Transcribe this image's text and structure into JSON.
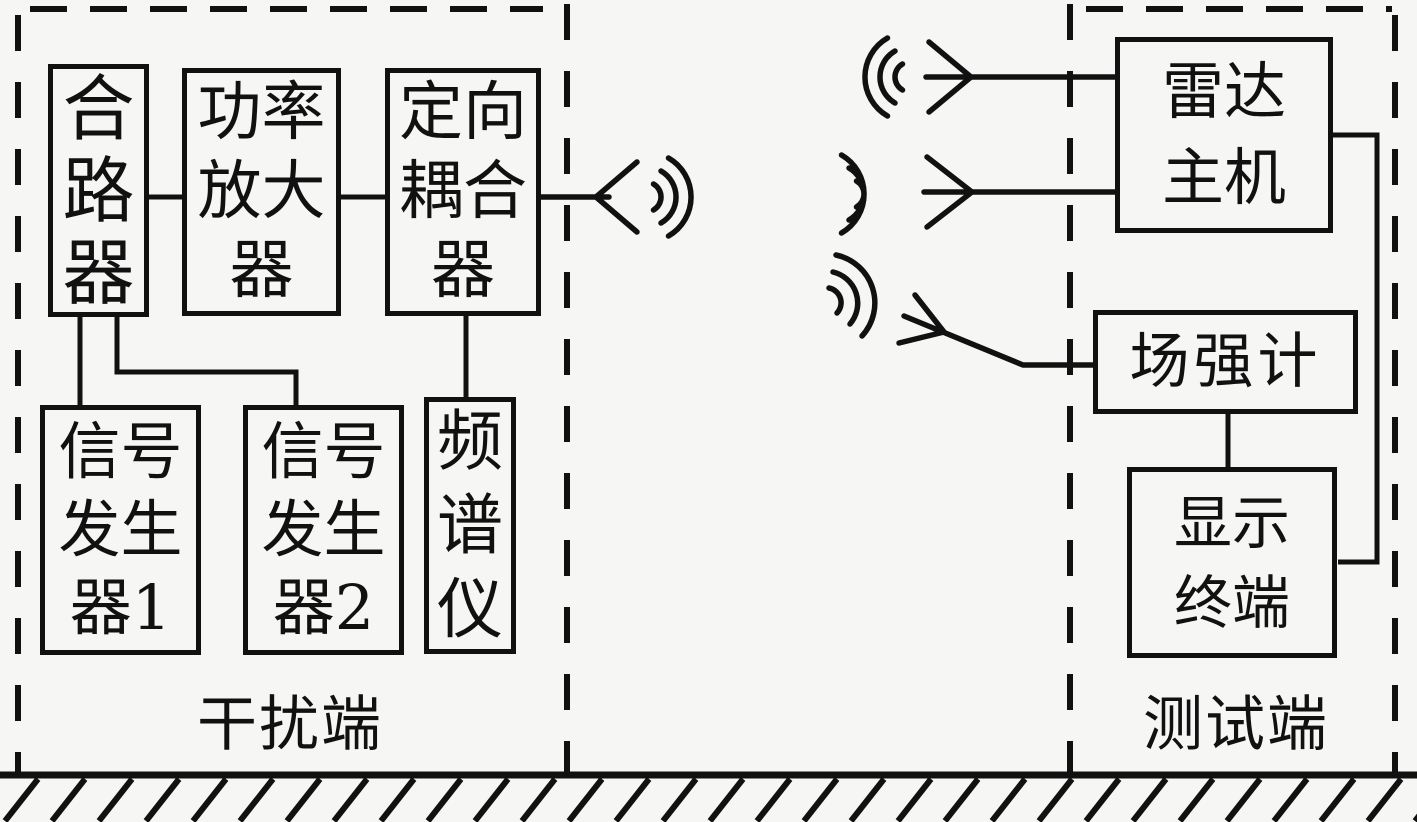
{
  "colors": {
    "background": "#f6f6f4",
    "ink": "#111111"
  },
  "sections": {
    "interference": {
      "label": "干扰端"
    },
    "test": {
      "label": "测试端"
    }
  },
  "blocks": {
    "combiner": {
      "label": "合路器",
      "chars": [
        "合",
        "路",
        "器"
      ]
    },
    "power_amplifier": {
      "label": "功率放大器",
      "lines": [
        "功率",
        "放大",
        "器"
      ]
    },
    "directional_coupler": {
      "label": "定向耦合器",
      "lines": [
        "定向",
        "耦合",
        "器"
      ]
    },
    "signal_generator_1": {
      "label": "信号发生器1",
      "lines": [
        "信号",
        "发生",
        "器1"
      ]
    },
    "signal_generator_2": {
      "label": "信号发生器2",
      "lines": [
        "信号",
        "发生",
        "器2"
      ]
    },
    "spectrum_analyzer": {
      "label": "频谱仪",
      "chars": [
        "频",
        "谱",
        "仪"
      ]
    },
    "radar_host": {
      "label": "雷达主机",
      "lines": [
        "雷达",
        "主机"
      ]
    },
    "field_strength_meter": {
      "label": "场强计",
      "lines": [
        "场强计"
      ]
    },
    "display_terminal": {
      "label": "显示终端",
      "lines": [
        "显示",
        "终端"
      ]
    }
  },
  "icons": {
    "tx_antenna": "transmit-antenna-with-waves",
    "rx_antenna_radar_1": "receive-antenna-with-waves",
    "rx_antenna_radar_2": "receive-antenna-with-waves",
    "rx_antenna_field_meter": "receive-antenna-with-waves",
    "ground": "hatched-ground-line"
  }
}
